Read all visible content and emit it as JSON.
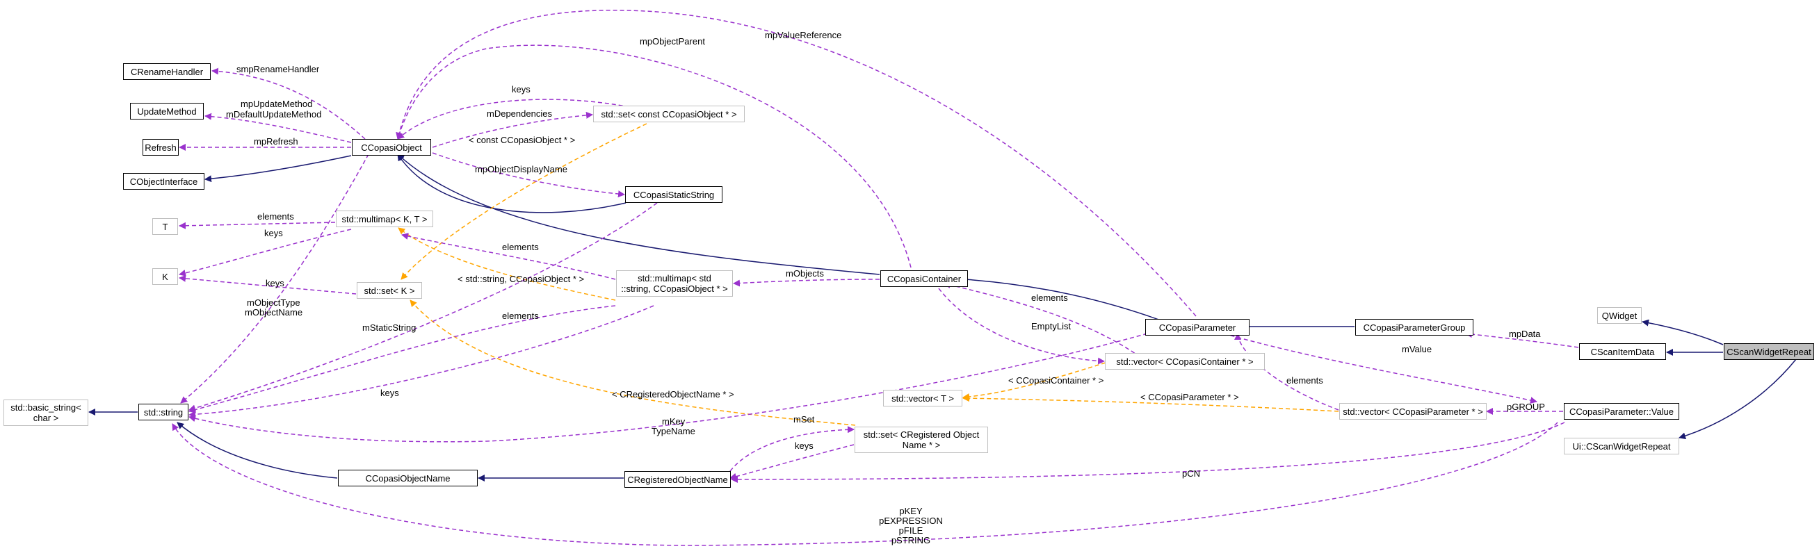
{
  "nodes": [
    {
      "id": "crenamehandler",
      "label": "CRenameHandler",
      "kind": "solid"
    },
    {
      "id": "updatemethod",
      "label": "UpdateMethod",
      "kind": "solid"
    },
    {
      "id": "refresh",
      "label": "Refresh",
      "kind": "solid"
    },
    {
      "id": "cobjectinterface",
      "label": "CObjectInterface",
      "kind": "solid"
    },
    {
      "id": "ccopasiobject",
      "label": "CCopasiObject",
      "kind": "solid"
    },
    {
      "id": "t",
      "label": "T",
      "kind": "ext"
    },
    {
      "id": "k",
      "label": "K",
      "kind": "ext"
    },
    {
      "id": "basic_string",
      "label": "std::basic_string<\nchar >",
      "kind": "ext"
    },
    {
      "id": "stdstring",
      "label": "std::string",
      "kind": "solid"
    },
    {
      "id": "multimapkt",
      "label": "std::multimap< K, T >",
      "kind": "ext"
    },
    {
      "id": "setk",
      "label": "std::set< K >",
      "kind": "ext"
    },
    {
      "id": "setconst",
      "label": "std::set< const CCopasiObject * >",
      "kind": "ext"
    },
    {
      "id": "staticstring",
      "label": "CCopasiStaticString",
      "kind": "solid"
    },
    {
      "id": "multimapstd",
      "label": "std::multimap< std\n::string, CCopasiObject * >",
      "kind": "ext"
    },
    {
      "id": "container",
      "label": "CCopasiContainer",
      "kind": "solid"
    },
    {
      "id": "vectort",
      "label": "std::vector< T >",
      "kind": "ext"
    },
    {
      "id": "setregname",
      "label": "std::set< CRegistered Object\nName * >",
      "kind": "ext"
    },
    {
      "id": "objectname",
      "label": "CCopasiObjectName",
      "kind": "solid"
    },
    {
      "id": "regobjname",
      "label": "CRegisteredObjectName",
      "kind": "solid"
    },
    {
      "id": "parameter",
      "label": "CCopasiParameter",
      "kind": "solid"
    },
    {
      "id": "vectorcontainer",
      "label": "std::vector< CCopasiContainer * >",
      "kind": "ext"
    },
    {
      "id": "paramgroup",
      "label": "CCopasiParameterGroup",
      "kind": "solid"
    },
    {
      "id": "vectorparam",
      "label": "std::vector< CCopasiParameter * >",
      "kind": "ext"
    },
    {
      "id": "paramvalue",
      "label": "CCopasiParameter::Value",
      "kind": "solid"
    },
    {
      "id": "qwidget",
      "label": "QWidget",
      "kind": "ext"
    },
    {
      "id": "scanitemdata",
      "label": "CScanItemData",
      "kind": "solid"
    },
    {
      "id": "scanwidgetrepeat",
      "label": "CScanWidgetRepeat",
      "kind": "focus"
    },
    {
      "id": "uiscan",
      "label": "Ui::CScanWidgetRepeat",
      "kind": "ext"
    }
  ],
  "edge_labels": [
    {
      "id": "smprenamehandler",
      "text": "smpRenameHandler"
    },
    {
      "id": "mpupdatemethod",
      "text": "mpUpdateMethod"
    },
    {
      "id": "mdefaultupdatemethod",
      "text": "mDefaultUpdateMethod"
    },
    {
      "id": "mprefresh",
      "text": "mpRefresh"
    },
    {
      "id": "mpobjectparent",
      "text": "mpObjectParent"
    },
    {
      "id": "mpvaluereference",
      "text": "mpValueReference"
    },
    {
      "id": "keys1",
      "text": "keys"
    },
    {
      "id": "mdependencies",
      "text": "mDependencies"
    },
    {
      "id": "constcopasiobj",
      "text": "< const CCopasiObject * >"
    },
    {
      "id": "mpobjectdisplayname",
      "text": "mpObjectDisplayName"
    },
    {
      "id": "elements1",
      "text": "elements"
    },
    {
      "id": "keys2",
      "text": "keys"
    },
    {
      "id": "elements2",
      "text": "elements"
    },
    {
      "id": "keys3",
      "text": "keys"
    },
    {
      "id": "stringcopasiobj",
      "text": "< std::string, CCopasiObject * >"
    },
    {
      "id": "mobjects",
      "text": "mObjects"
    },
    {
      "id": "elements3",
      "text": "elements"
    },
    {
      "id": "mobjecttype",
      "text": "mObjectType"
    },
    {
      "id": "mobjectname",
      "text": "mObjectName"
    },
    {
      "id": "mstaticstring",
      "text": "mStaticString"
    },
    {
      "id": "elements4",
      "text": "elements"
    },
    {
      "id": "emptylist",
      "text": "EmptyList"
    },
    {
      "id": "keys4",
      "text": "keys"
    },
    {
      "id": "ccopasicontainer",
      "text": "< CCopasiContainer * >"
    },
    {
      "id": "cregisteredobjname",
      "text": "< CRegisteredObjectName * >"
    },
    {
      "id": "mkey",
      "text": "mKey"
    },
    {
      "id": "typename",
      "text": "TypeName"
    },
    {
      "id": "mset",
      "text": "mSet"
    },
    {
      "id": "keys5",
      "text": "keys"
    },
    {
      "id": "ccopasiparameter",
      "text": "< CCopasiParameter * >"
    },
    {
      "id": "elements5",
      "text": "elements"
    },
    {
      "id": "mvalue",
      "text": "mValue"
    },
    {
      "id": "mpdata",
      "text": "mpData"
    },
    {
      "id": "pgroup",
      "text": "pGROUP"
    },
    {
      "id": "pcn",
      "text": "pCN"
    },
    {
      "id": "pkey",
      "text": "pKEY"
    },
    {
      "id": "pexpression",
      "text": "pEXPRESSION"
    },
    {
      "id": "pfile",
      "text": "pFILE"
    },
    {
      "id": "pstring",
      "text": "pSTRING"
    }
  ],
  "colors": {
    "inheritance": "#191970",
    "usage": "#9a32cd",
    "template": "#ffa500",
    "focus_fill": "#bfbfbf",
    "external_border": "#bfbfbf"
  }
}
